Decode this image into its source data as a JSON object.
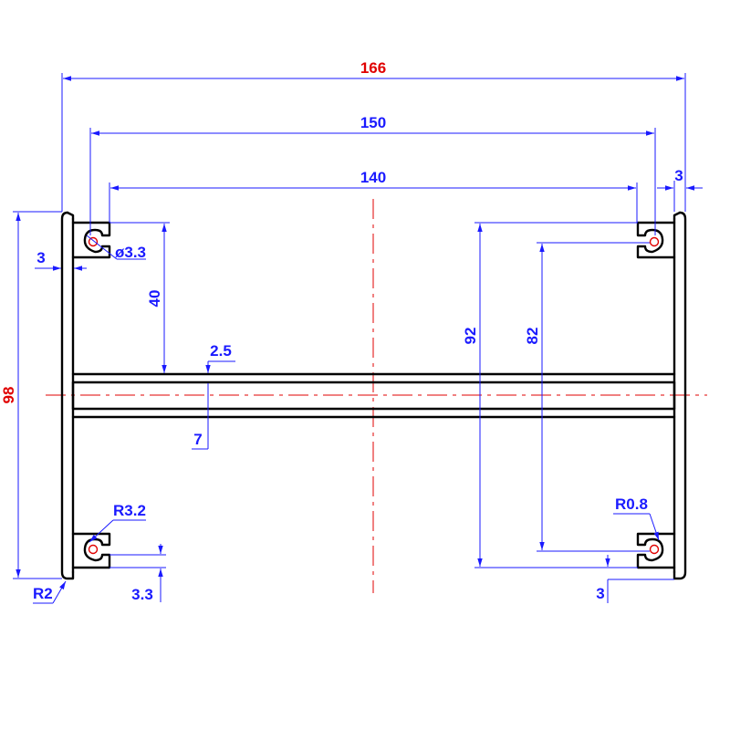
{
  "drawing": {
    "overall_width": "166",
    "outer_hole_spacing": "150",
    "inner_width": "140",
    "overall_height": "98",
    "right_edge_offset": "3",
    "left_edge_offset": "3",
    "hole_diameter": "ø3.3",
    "slot_depth": "40",
    "web_thickness": "2.5",
    "web_gap": "7",
    "outer_height_right": "92",
    "inner_height_right": "82",
    "slot_radius": "R3.2",
    "fillet_radius": "R0.8",
    "corner_radius": "R2",
    "bottom_offset_left": "3.3",
    "bottom_offset_right": "3"
  }
}
